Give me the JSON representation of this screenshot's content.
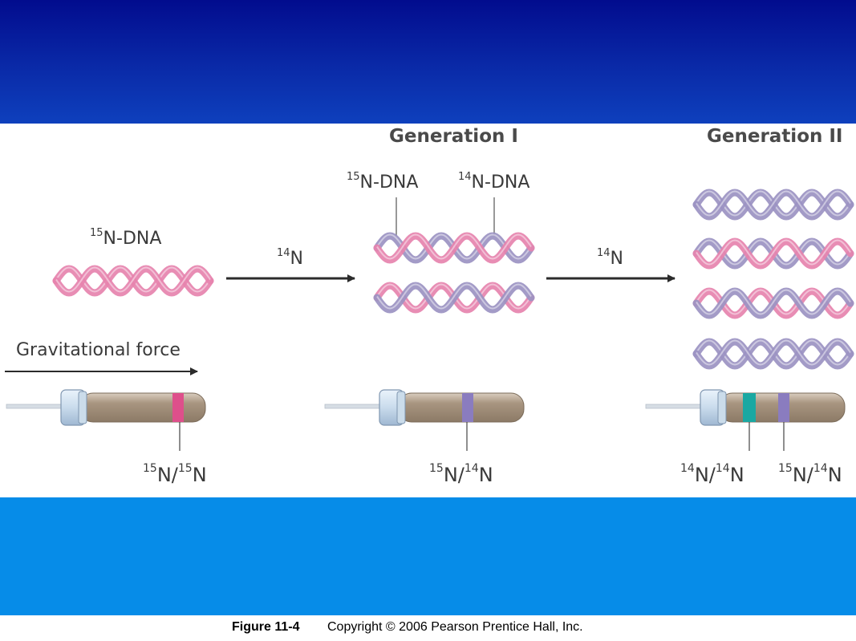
{
  "colors": {
    "top_band": "#0a2aa8",
    "bottom_band": "#068ce8",
    "pink_strand": "#e683ae",
    "purple_strand": "#9b93c2",
    "tube_fill": "#a89580",
    "band_pink": "#de4f8b",
    "band_purple": "#8a7cbf",
    "band_teal": "#1aa8a2",
    "arrow": "#2b2b2b"
  },
  "gen1": {
    "title": "Generation I"
  },
  "gen2": {
    "title": "Generation II"
  },
  "parent": {
    "label_sup": "15",
    "label_main": "N-DNA"
  },
  "arrow1": {
    "sup": "14",
    "main": "N"
  },
  "arrow2": {
    "sup": "14",
    "main": "N"
  },
  "gen1_labels": {
    "a_sup": "15",
    "a_main": "N-DNA",
    "b_sup": "14",
    "b_main": "N-DNA"
  },
  "gravity": {
    "label": "Gravitational force"
  },
  "tube1_band": {
    "s1": "15",
    "t1": "N/",
    "s2": "15",
    "t2": "N"
  },
  "tube2_band": {
    "s1": "15",
    "t1": "N/",
    "s2": "14",
    "t2": "N"
  },
  "tube3_band_a": {
    "s1": "14",
    "t1": "N/",
    "s2": "14",
    "t2": "N"
  },
  "tube3_band_b": {
    "s1": "15",
    "t1": "N/",
    "s2": "14",
    "t2": "N"
  },
  "footer": {
    "figure": "Figure 11-4",
    "copyright": "Copyright © 2006 Pearson Prentice Hall, Inc."
  }
}
